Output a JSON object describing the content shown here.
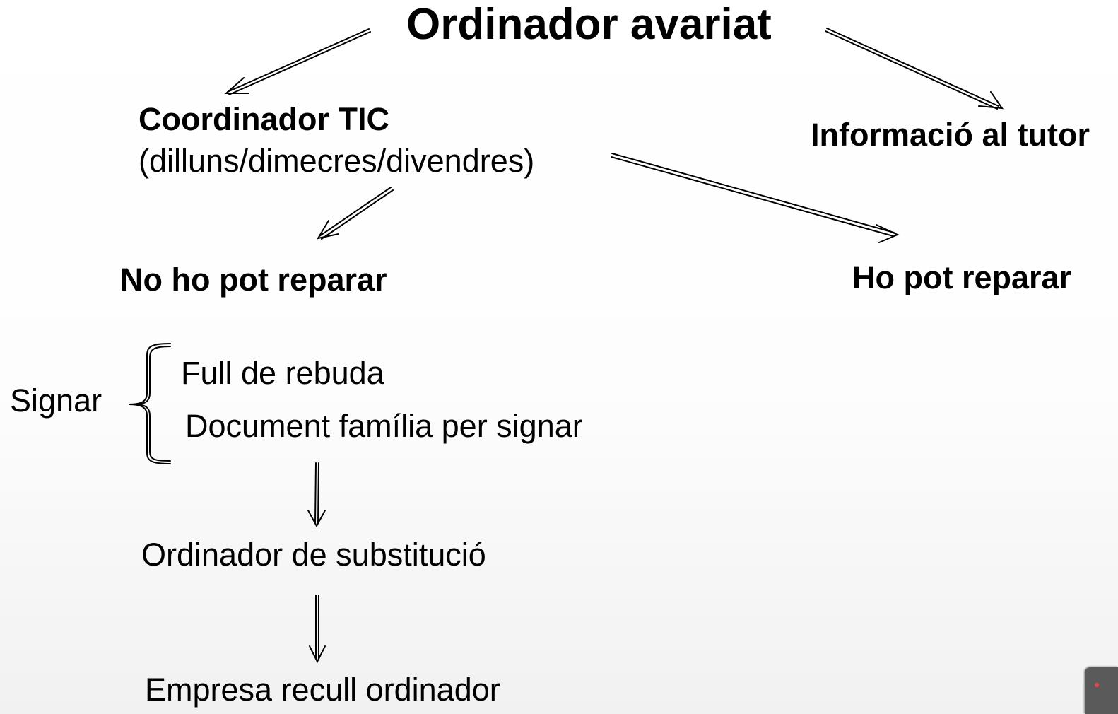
{
  "diagram": {
    "title": "Ordinador avariat",
    "coordinator": {
      "title": "Coordinador TIC",
      "days": "(dilluns/dimecres/divendres)"
    },
    "tutor_info": "Informació al tutor",
    "cannot_repair": "No ho pot reparar",
    "can_repair": "Ho pot reparar",
    "sign": {
      "label": "Signar",
      "items": [
        "Full de rebuda",
        "Document família per signar"
      ]
    },
    "substitute": "Ordinador de substitució",
    "pickup": "Empresa recull ordinador"
  },
  "colors": {
    "text": "#000000",
    "background": "#ffffff"
  }
}
